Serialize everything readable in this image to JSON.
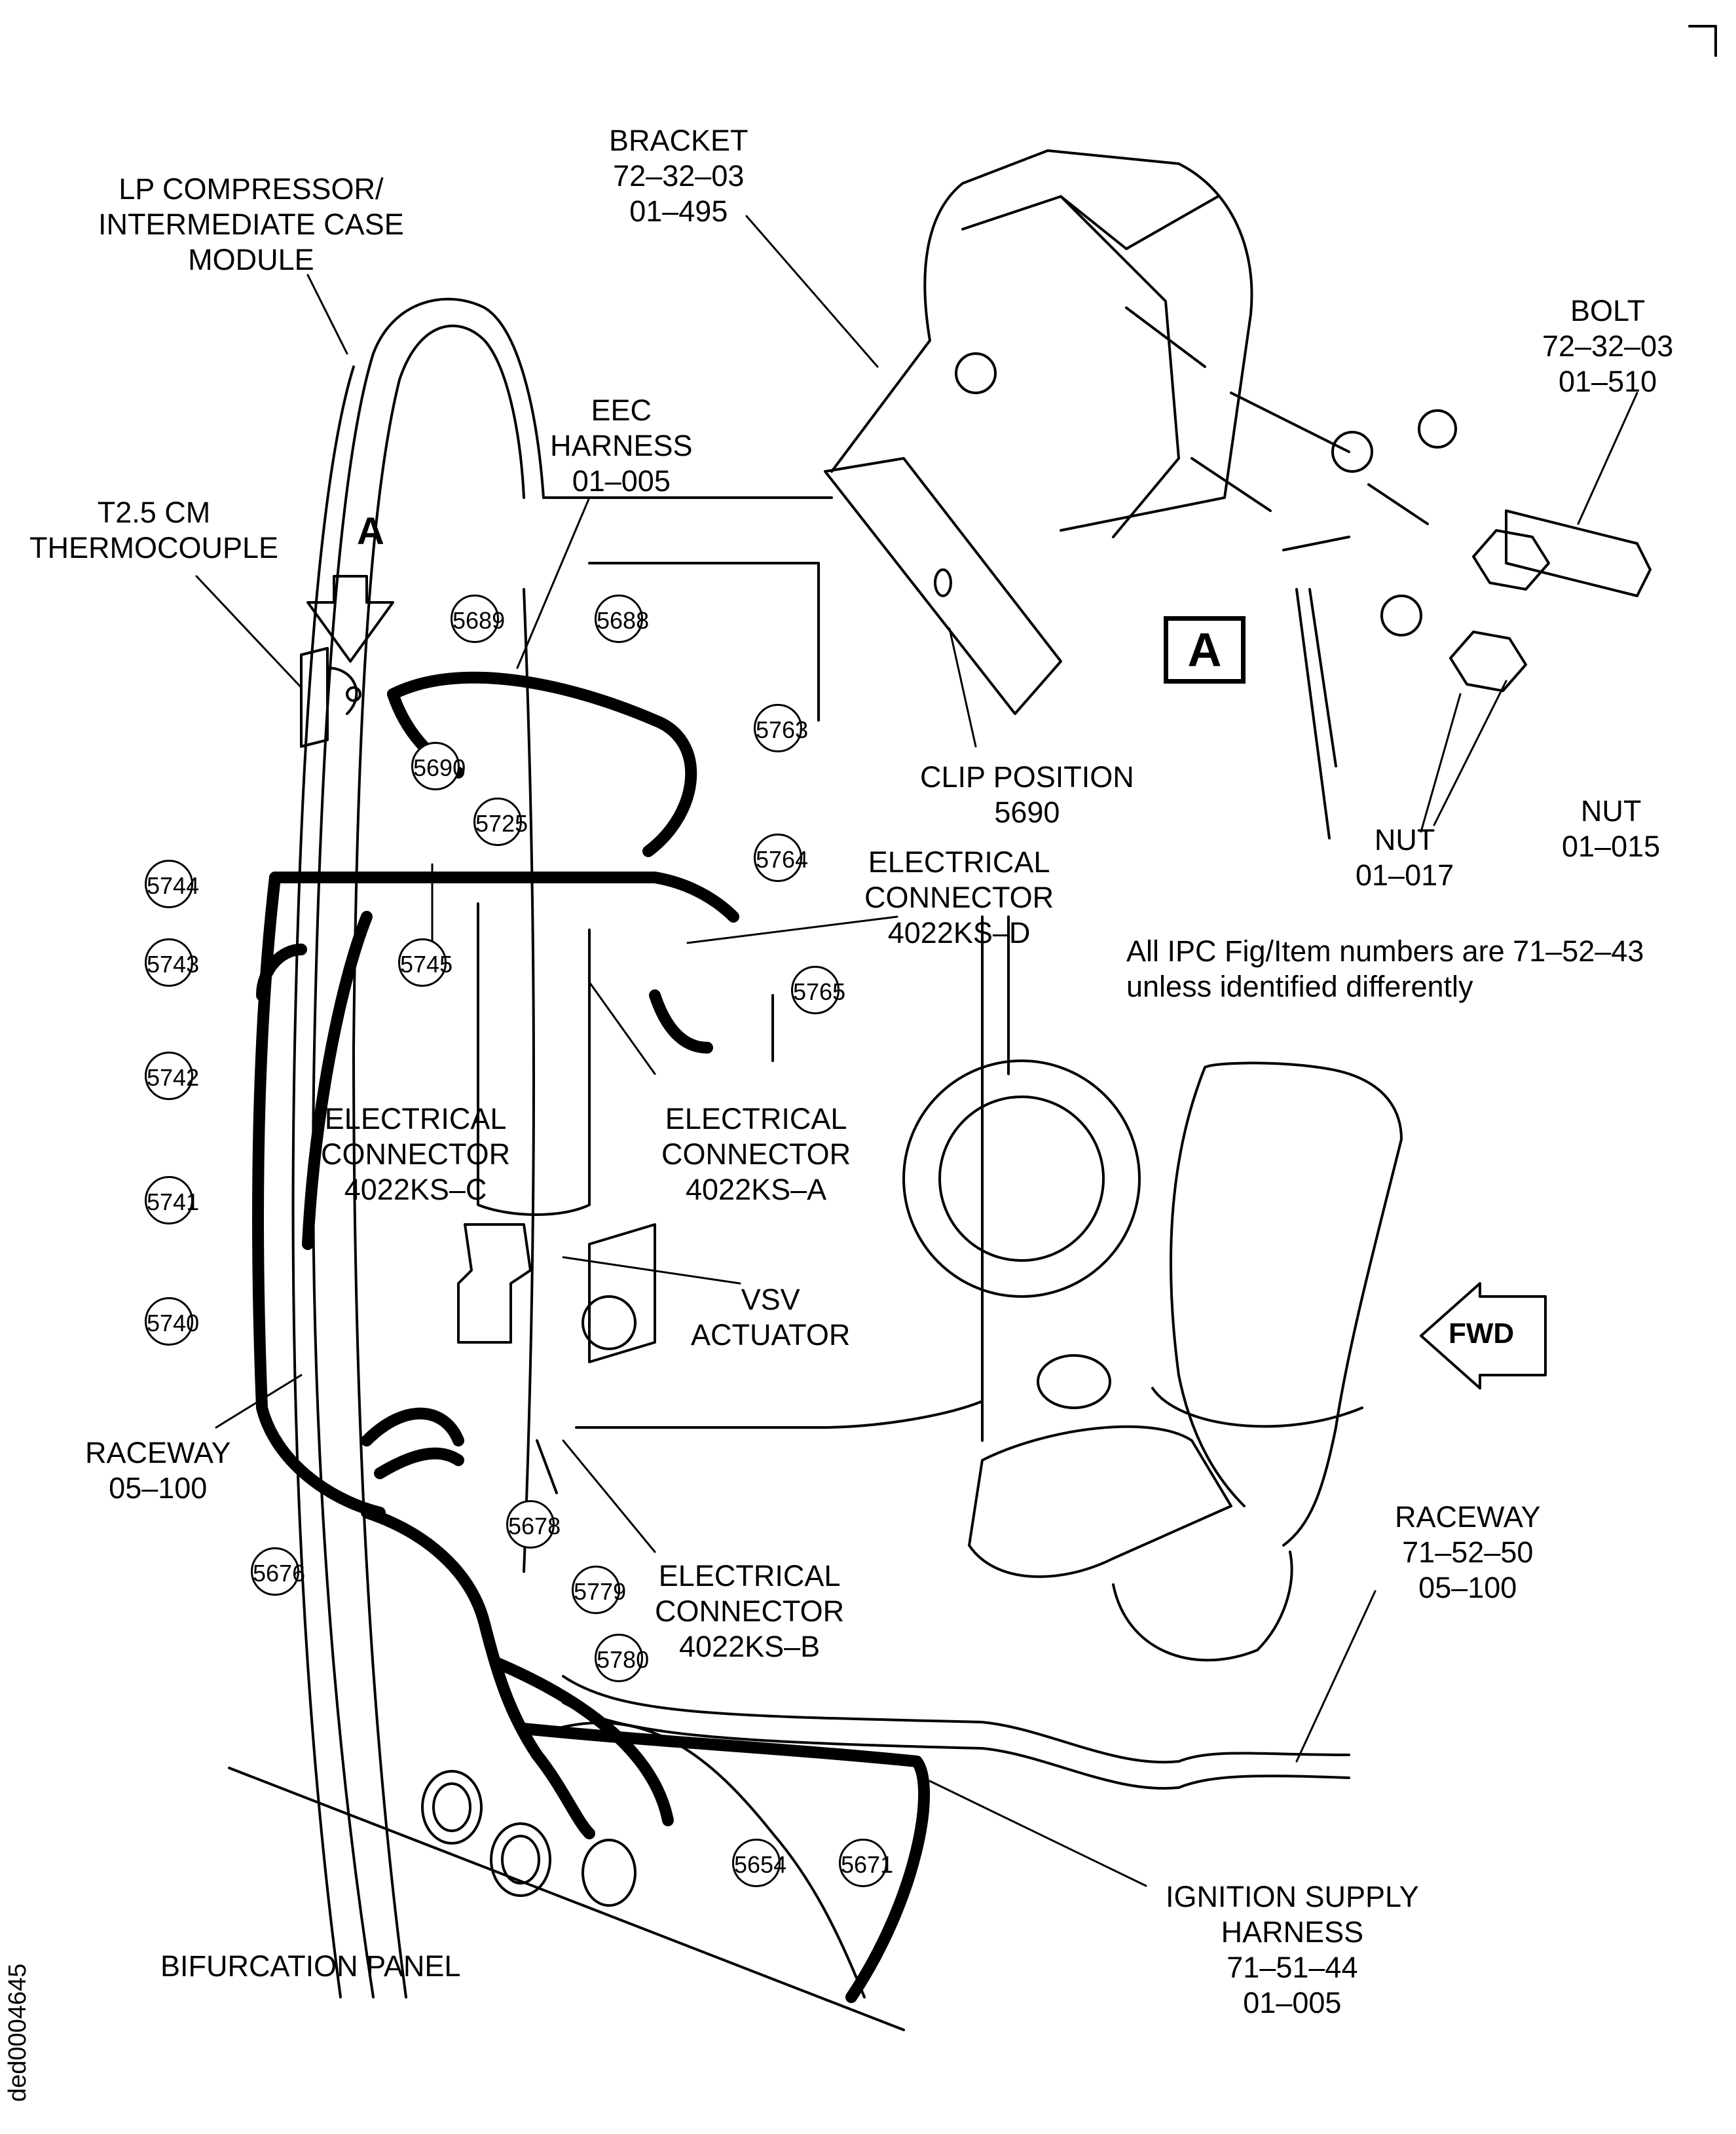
{
  "labels": {
    "lp_compressor": [
      "LP COMPRESSOR/",
      "INTERMEDIATE CASE",
      "MODULE"
    ],
    "bracket": [
      "BRACKET",
      "72–32–03",
      "01–495"
    ],
    "bolt": [
      "BOLT",
      "72–32–03",
      "01–510"
    ],
    "eec_harness": [
      "EEC",
      "HARNESS",
      "01–005"
    ],
    "t25": [
      "T2.5 CM",
      "THERMOCOUPLE"
    ],
    "clip_position": [
      "CLIP POSITION",
      "5690"
    ],
    "nut_017": [
      "NUT",
      "01–017"
    ],
    "nut_015": [
      "NUT",
      "01–015"
    ],
    "conn_d": [
      "ELECTRICAL",
      "CONNECTOR",
      "4022KS–D"
    ],
    "note": [
      "All IPC Fig/Item numbers are 71–52–43",
      "unless identified differently"
    ],
    "conn_c": [
      "ELECTRICAL",
      "CONNECTOR",
      "4022KS–C"
    ],
    "conn_a": [
      "ELECTRICAL",
      "CONNECTOR",
      "4022KS–A"
    ],
    "vsv": [
      "VSV",
      "ACTUATOR"
    ],
    "raceway_left": [
      "RACEWAY",
      "05–100"
    ],
    "conn_b": [
      "ELECTRICAL",
      "CONNECTOR",
      "4022KS–B"
    ],
    "raceway_right": [
      "RACEWAY",
      "71–52–50",
      "05–100"
    ],
    "ignition": [
      "IGNITION SUPPLY",
      "HARNESS",
      "71–51–44",
      "01–005"
    ],
    "bifurcation": [
      "BIFURCATION PANEL"
    ]
  },
  "view_label": "A",
  "view_arrow_label": "A",
  "fwd_label": "FWD",
  "doc_id": "ded0004645",
  "callouts": [
    "5689",
    "5688",
    "5690",
    "5763",
    "5725",
    "5764",
    "5744",
    "5745",
    "5765",
    "5743",
    "5742",
    "5741",
    "5740",
    "5678",
    "5676",
    "5779",
    "5780",
    "5654",
    "5671"
  ]
}
